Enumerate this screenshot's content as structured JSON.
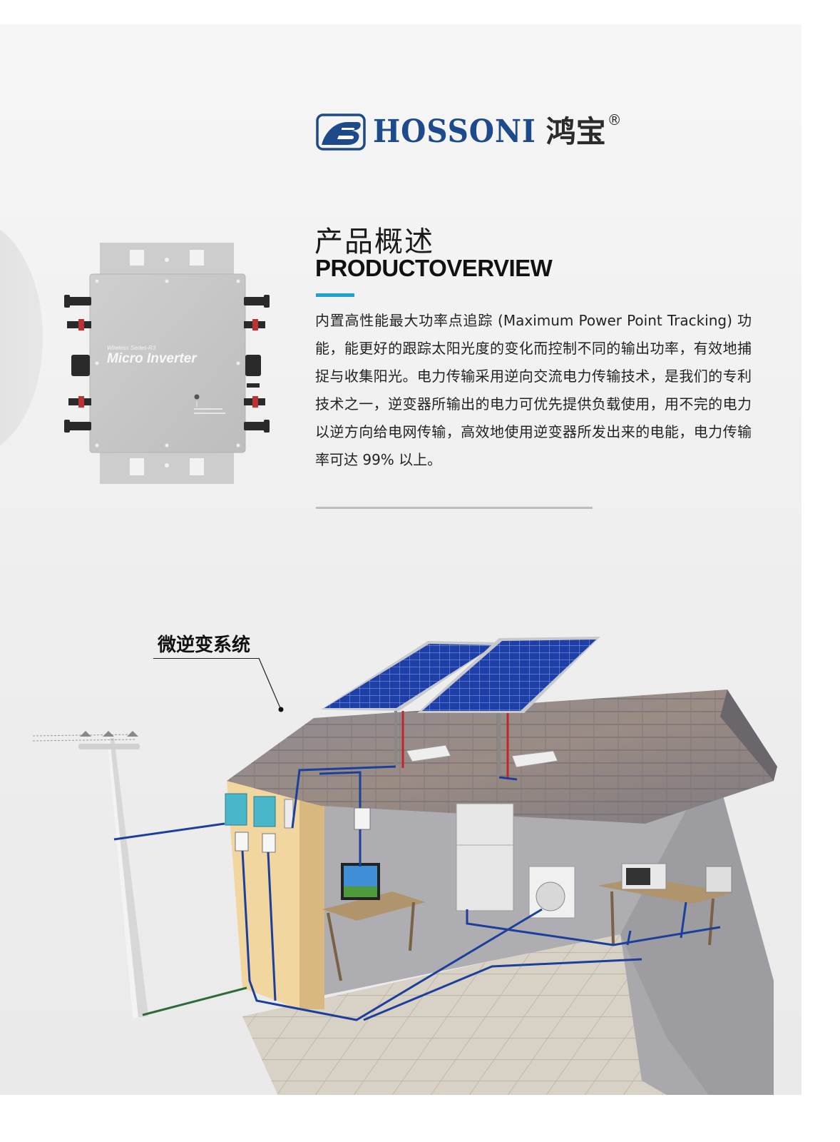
{
  "brand": {
    "name_en": "HOSSONI",
    "name_cn": "鸿宝",
    "registered_mark": "®",
    "color": "#1d4a8a"
  },
  "overview": {
    "title_cn": "产品概述",
    "title_en": "PRODUCTOVERVIEW",
    "accent_color": "#1e9fd8",
    "description": "内置高性能最大功率点追踪 (Maximum Power Point Tracking) 功能，能更好的跟踪太阳光度的变化而控制不同的输出功率，有效地捕捉与收集阳光。电力传输采用逆向交流电力传输技术，是我们的专利技术之一，逆变器所输出的电力可优先提供负载使用，用不完的电力以逆方向给电网传输，高效地使用逆变器所发出来的电能，电力传输率可达 99% 以上。"
  },
  "product_image": {
    "series_label": "Wireless Series-R3",
    "model_label": "Micro Inverter"
  },
  "system_diagram": {
    "label": "微逆变系统",
    "wire_color": "#1c3f9c"
  }
}
